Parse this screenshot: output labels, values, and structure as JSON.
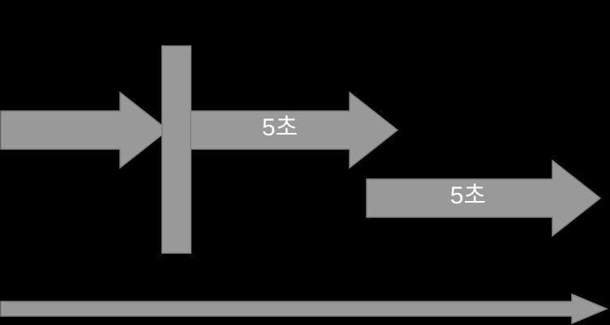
{
  "diagram": {
    "title": "Process timing diagram",
    "background_color": "#000000",
    "shape_fill": "#999999",
    "shape_stroke": "#808080",
    "label_color": "#FFFFFF",
    "shapes": [
      {
        "id": "arrow-incoming",
        "kind": "block-arrow",
        "direction": "right",
        "label": "",
        "description": "incoming-arrow"
      },
      {
        "id": "vertical-bar",
        "kind": "rectangle",
        "label": "",
        "description": "vertical-barrier-bar"
      },
      {
        "id": "arrow-step-1",
        "kind": "block-arrow",
        "direction": "right",
        "label": "5초",
        "description": "first-duration-arrow"
      },
      {
        "id": "arrow-step-2",
        "kind": "block-arrow",
        "direction": "right",
        "label": "5초",
        "description": "second-duration-arrow"
      },
      {
        "id": "timeline-arrow",
        "kind": "block-arrow",
        "direction": "right",
        "label": "",
        "description": "timeline-axis-arrow"
      }
    ],
    "labels": {
      "step_1": "5초",
      "step_2": "5초"
    }
  }
}
